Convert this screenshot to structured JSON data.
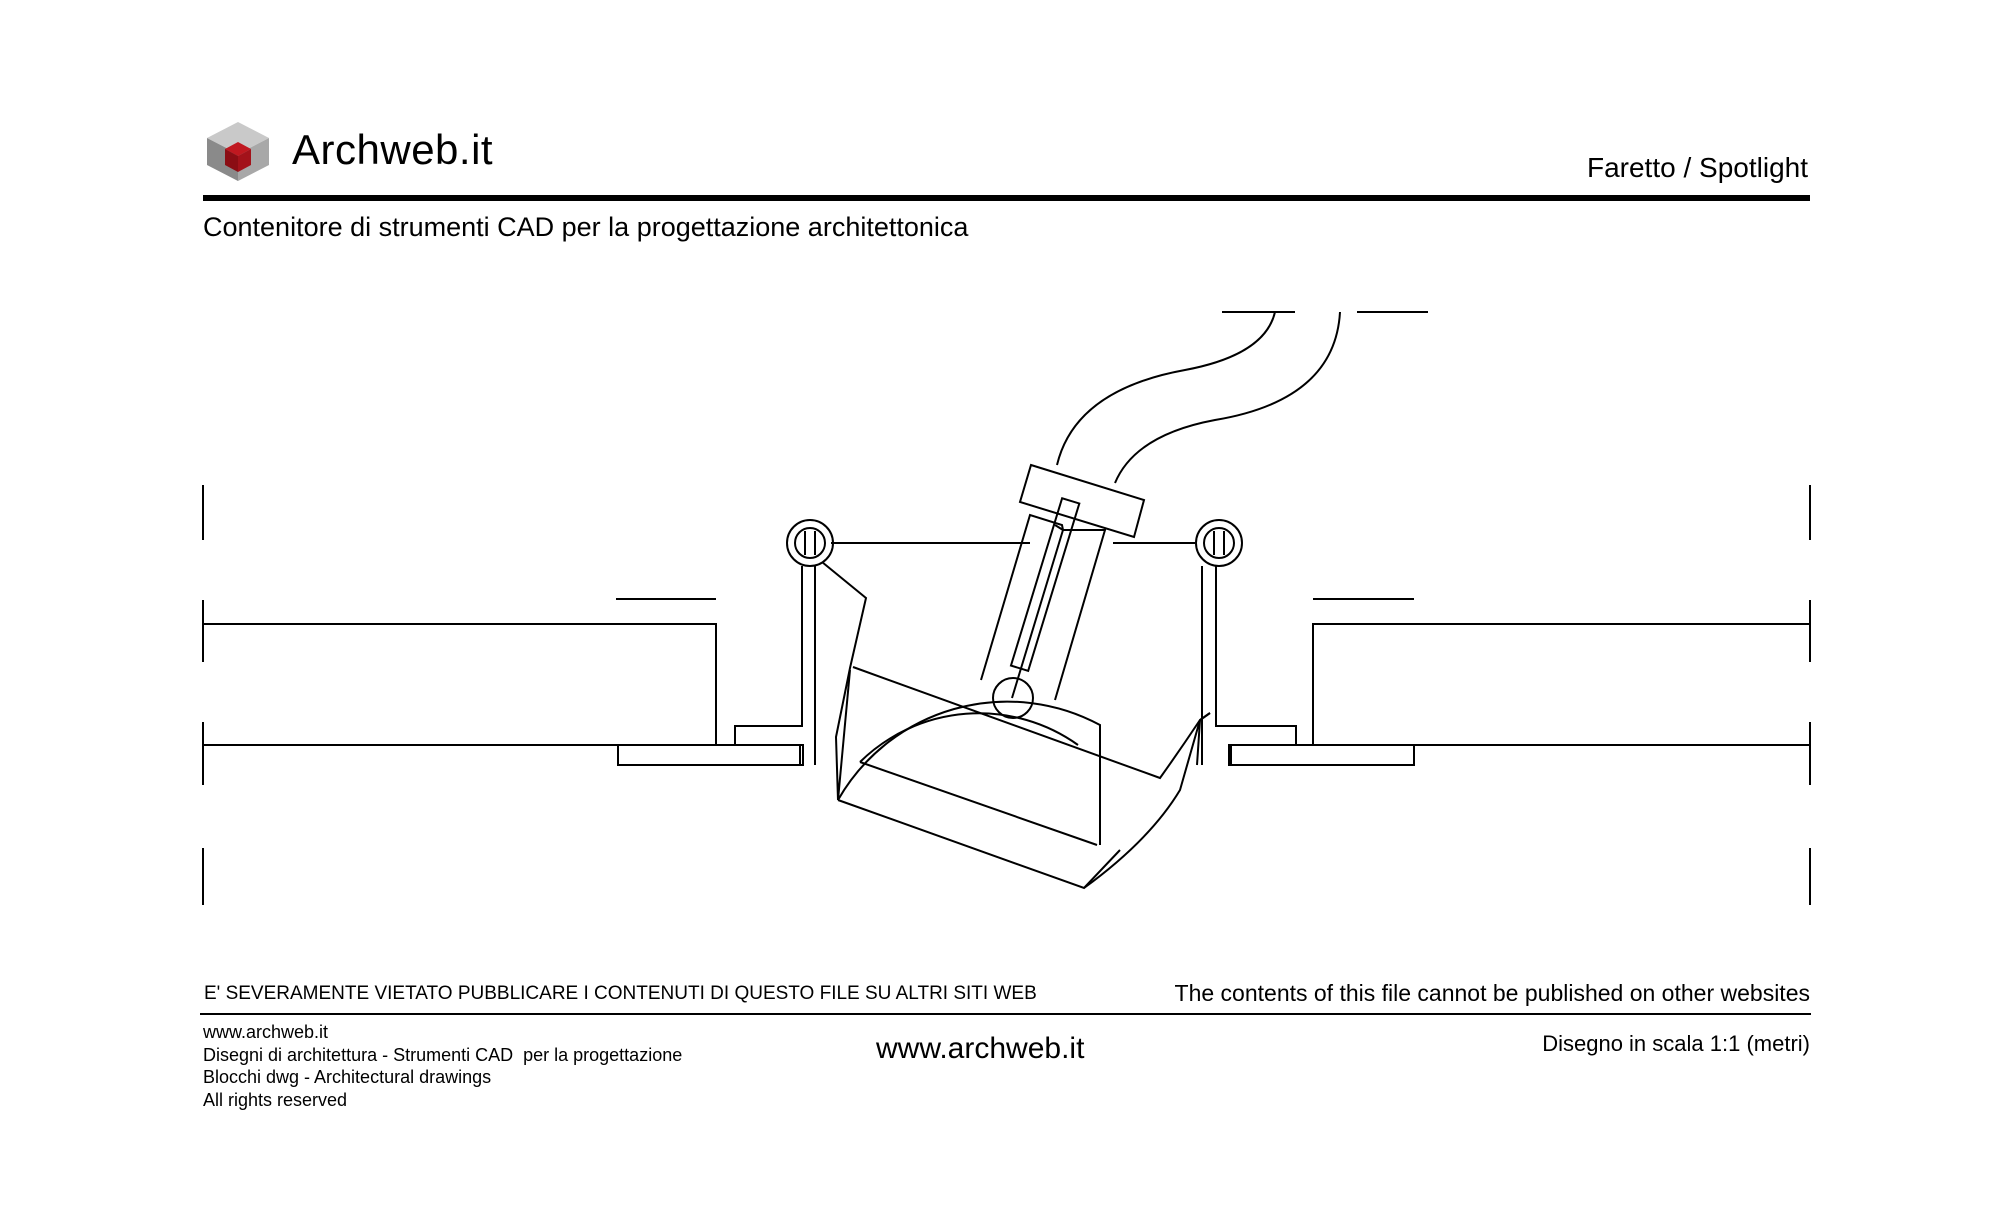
{
  "header": {
    "brand": "Archweb.it",
    "drawing_title": "Faretto  /  Spotlight",
    "subtitle": "Contenitore di strumenti CAD per la progettazione architettonica",
    "logo_icon": "cube-logo-icon"
  },
  "notice": {
    "italian": "E' SEVERAMENTE VIETATO PUBBLICARE I CONTENUTI DI QUESTO FILE SU ALTRI SITI WEB",
    "english": "The contents of this file cannot be published on other websites"
  },
  "footer": {
    "lines": [
      "www.archweb.it",
      "Disegni di architettura - Strumenti CAD  per la progettazione",
      "Blocchi dwg - Architectural drawings",
      "All rights reserved"
    ],
    "website": "www.archweb.it",
    "scale_note": "Disegno in scala 1:1 (metri)"
  },
  "colors": {
    "logo_top": "#c9c9c9",
    "logo_left": "#8a8a8a",
    "logo_right": "#a8a8a8",
    "logo_cube": "#8b0d14",
    "line": "#000000"
  }
}
